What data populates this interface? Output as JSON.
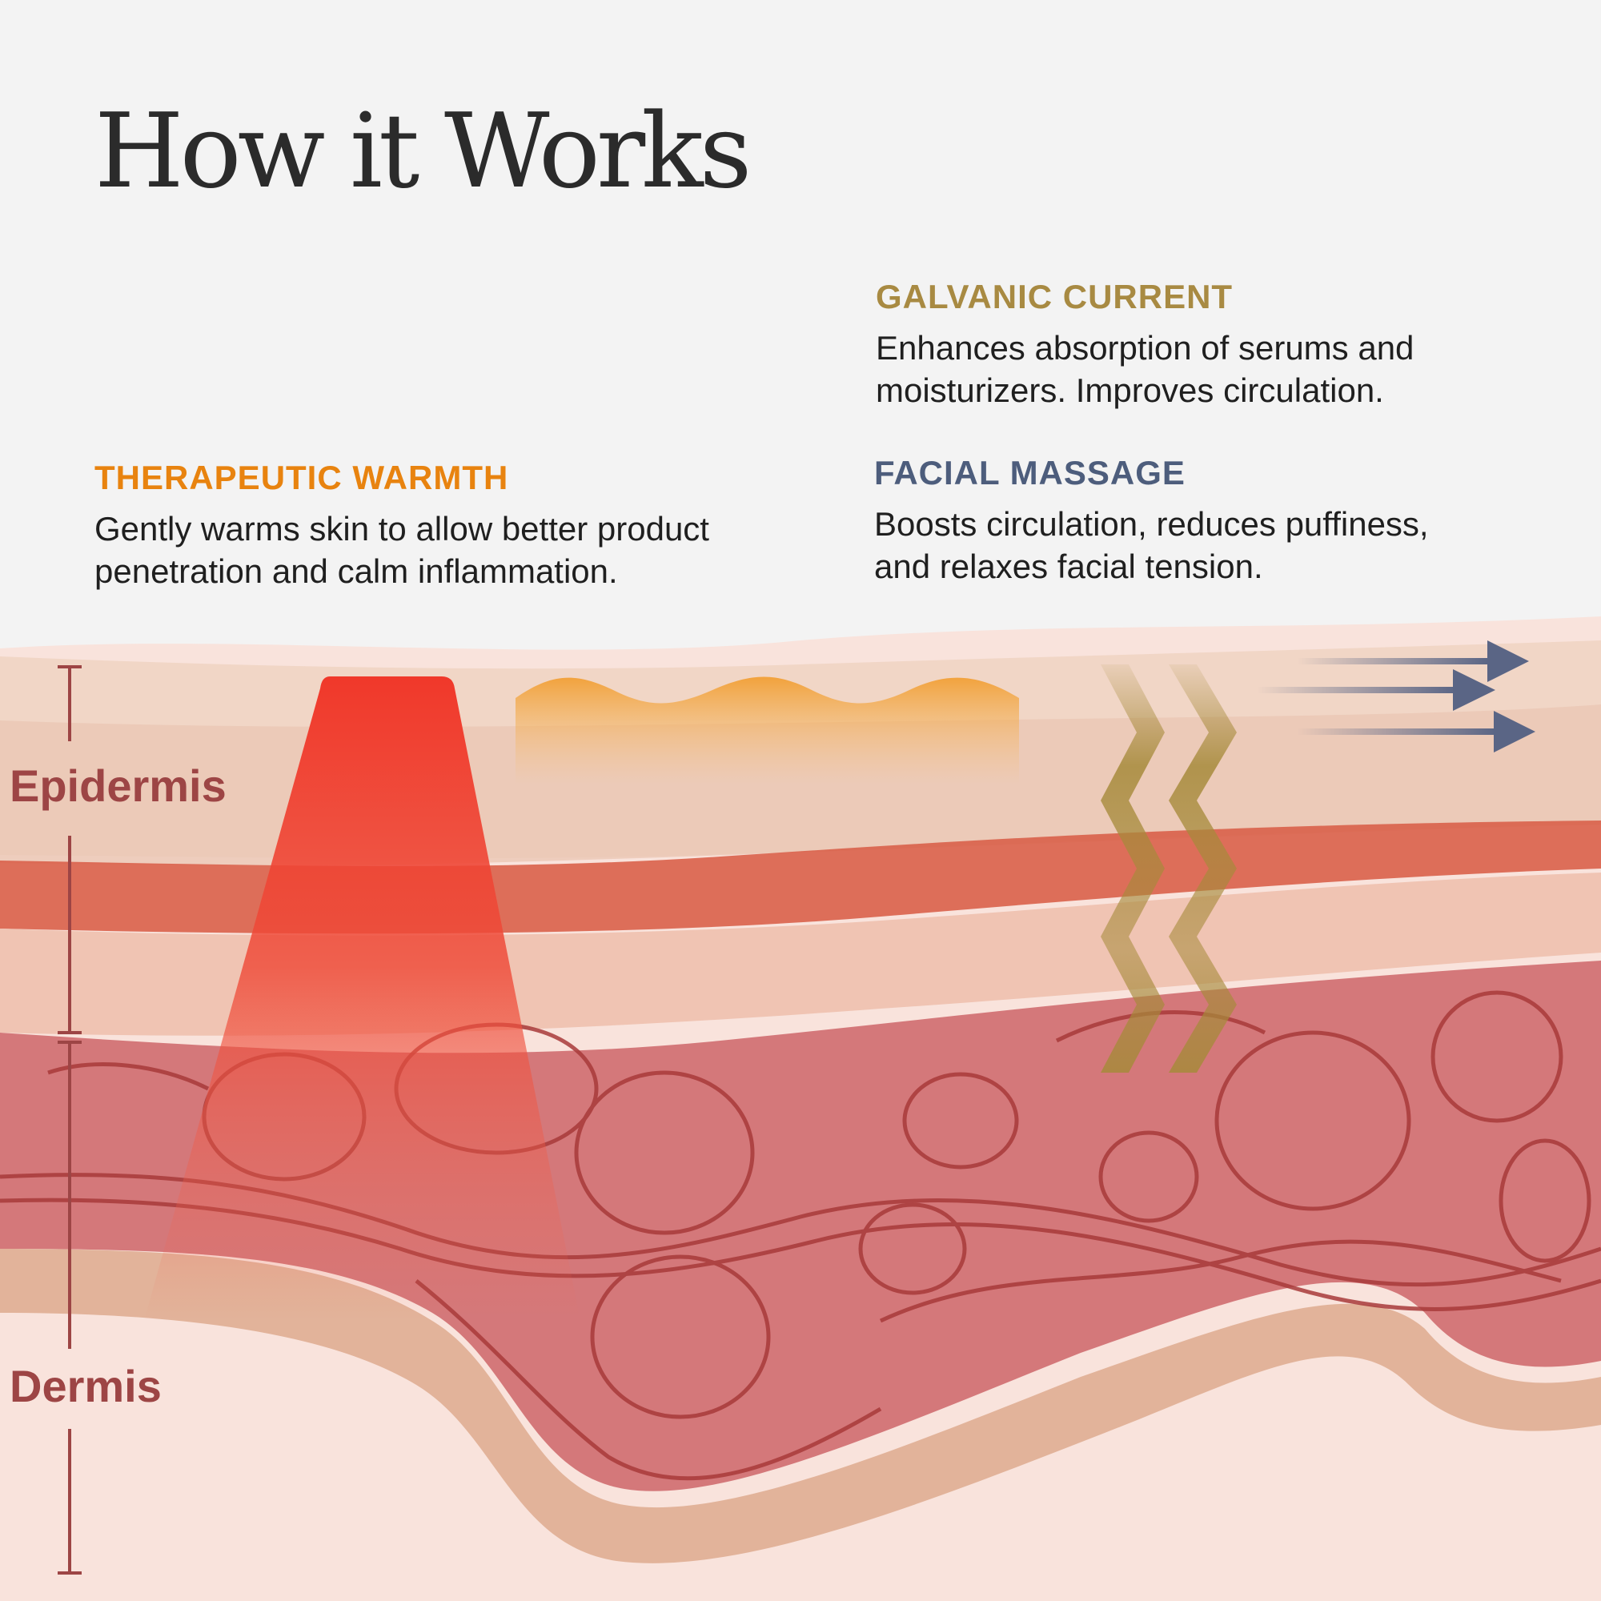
{
  "title": "How it Works",
  "sections": {
    "therapeutic_warmth": {
      "heading": "THERAPEUTIC WARMTH",
      "lines": [
        "Gently warms skin to allow better product",
        "penetration and calm inflammation."
      ]
    },
    "galvanic_current": {
      "heading": "GALVANIC CURRENT",
      "lines": [
        "Enhances absorption of serums and",
        "moisturizers. Improves circulation."
      ]
    },
    "facial_massage": {
      "heading": "FACIAL MASSAGE",
      "lines": [
        "Boosts circulation, reduces puffiness,",
        "and relaxes facial tension."
      ]
    }
  },
  "layers": {
    "epidermis": "Epidermis",
    "dermis": "Dermis"
  },
  "colors": {
    "warmth_heading": "#e8830f",
    "galvanic_heading": "#a88a42",
    "massage_heading": "#4d5d7c",
    "layer_label": "#9d4545",
    "heat_beam": "#f0382a",
    "warm_wave": "#f2a23c",
    "galvanic_chevron": "#a68a3a",
    "massage_arrow": "#5a6585"
  }
}
